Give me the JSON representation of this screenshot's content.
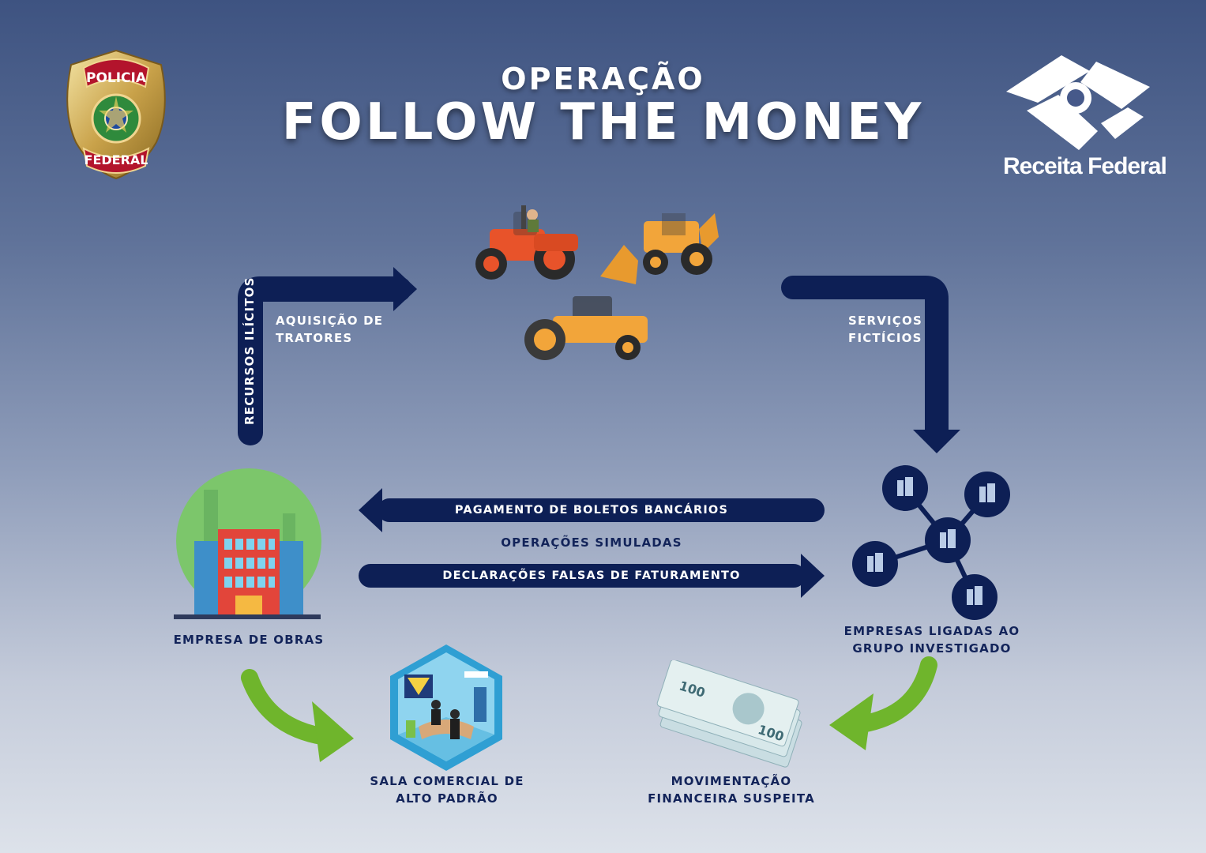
{
  "header": {
    "title_small": "OPERAÇÃO",
    "title_main": "FOLLOW THE MONEY"
  },
  "logos": {
    "left_badge_top": "POLICIA",
    "left_badge_bottom": "FEDERAL",
    "right_logo_text": "Receita Federal"
  },
  "flow": {
    "recursos_ilicitos": "RECURSOS ILÍCITOS",
    "aquisicao_line1": "AQUISIÇÃO DE",
    "aquisicao_line2": "TRATORES",
    "servicos_line1": "SERVIÇOS",
    "servicos_line2": "FICTÍCIOS",
    "pagamento": "PAGAMENTO DE BOLETOS BANCÁRIOS",
    "operacoes": "OPERAÇÕES SIMULADAS",
    "declaracoes": "DECLARAÇÕES FALSAS DE FATURAMENTO"
  },
  "nodes": {
    "empresa_obras": "EMPRESA DE OBRAS",
    "empresas_line1": "EMPRESAS LIGADAS AO",
    "empresas_line2": "GRUPO INVESTIGADO",
    "sala_line1": "SALA COMERCIAL DE",
    "sala_line2": "ALTO PADRÃO",
    "mov_line1": "MOVIMENTAÇÃO",
    "mov_line2": "FINANCEIRA SUSPEITA",
    "banknote_value": "100"
  },
  "colors": {
    "navy": "#0d1f55",
    "green_arrow": "#6fb52c",
    "label_dark": "#13245a"
  }
}
